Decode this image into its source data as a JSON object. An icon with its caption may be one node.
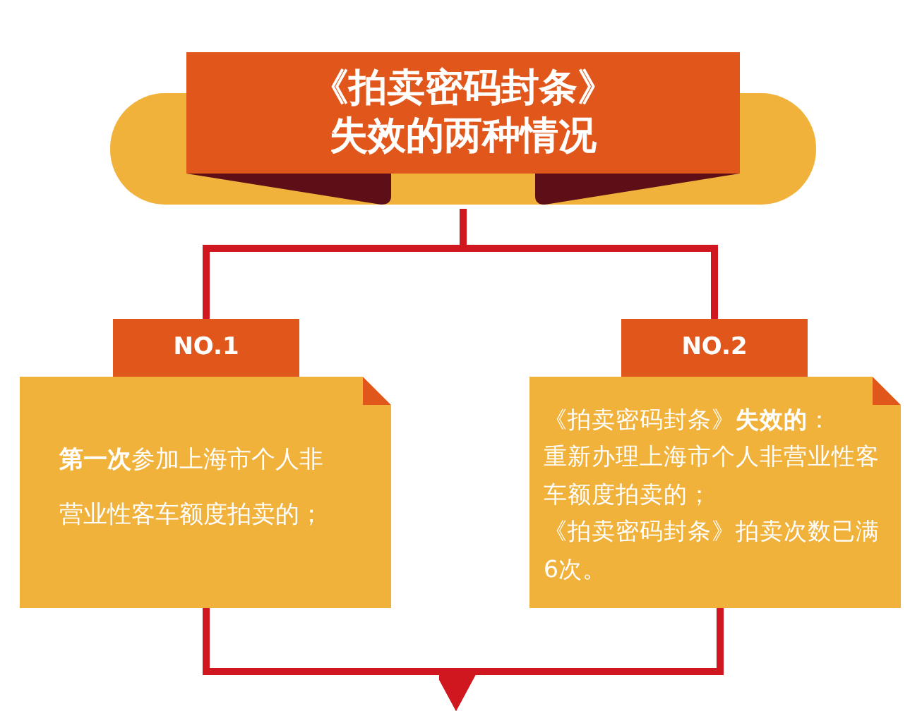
{
  "diagram": {
    "nodes": [
      {
        "text": [
          "《拍卖密码封条》失效的两种情况"
        ]
      },
      {
        "text": [
          "NO.1"
        ]
      },
      {
        "text": [
          "**第一次**参加上海市个人非营业性客车额度拍卖的；"
        ]
      },
      {
        "text": [
          "NO.2"
        ]
      },
      {
        "text": [
          "《拍卖密码封条》**失效的**：",
          "重新办理上海市个人非营业性客车额度拍卖的；",
          "《拍卖密码封条》拍卖次数已满6次。"
        ]
      }
    ],
    "edges": [
      {
        "from": 0,
        "to": 1,
        "arrow": "none"
      },
      {
        "from": 0,
        "to": 3,
        "arrow": "none"
      },
      {
        "from": 2,
        "to": null,
        "arrow": "to"
      },
      {
        "from": 4,
        "to": null,
        "arrow": "to"
      }
    ]
  }
}
